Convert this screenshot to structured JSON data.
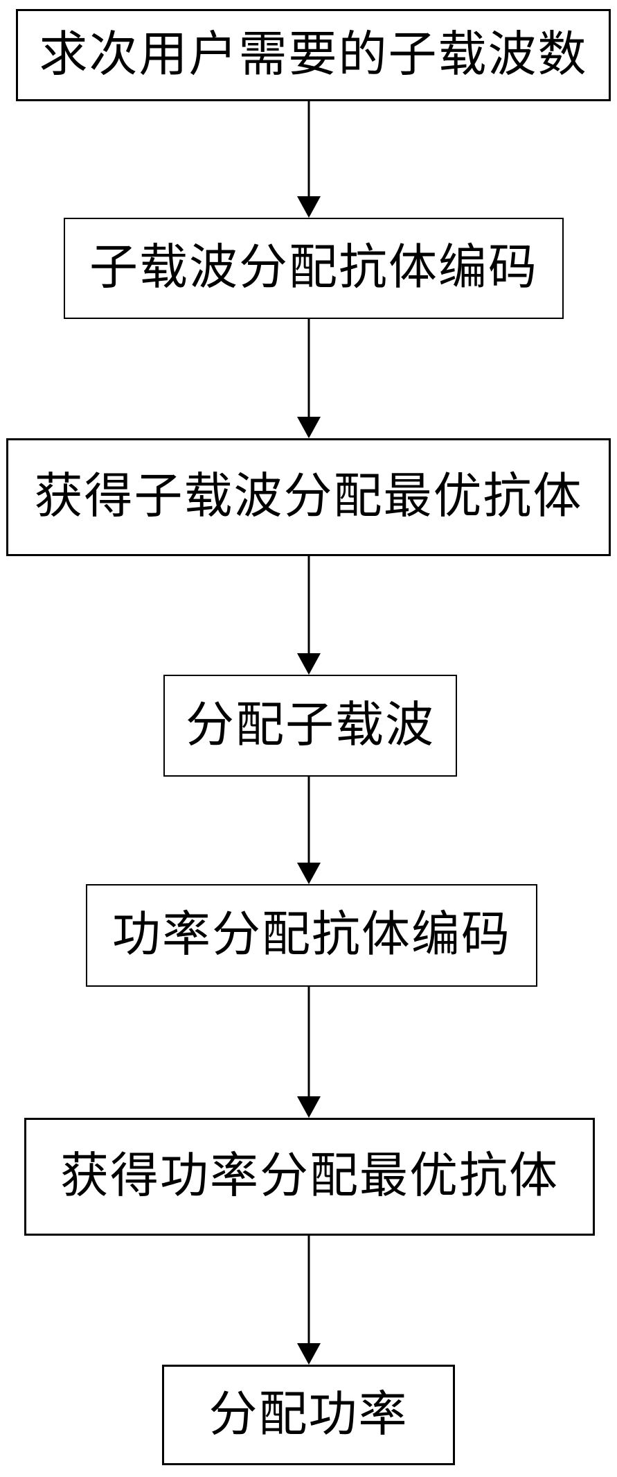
{
  "diagram": {
    "type": "flowchart",
    "direction": "top-down",
    "colors": {
      "background": "#ffffff",
      "stroke": "#000000",
      "text": "#000000"
    },
    "nodes": [
      {
        "label": "求次用户需要的子载波数"
      },
      {
        "label": "子载波分配抗体编码"
      },
      {
        "label": "获得子载波分配最优抗体"
      },
      {
        "label": "分配子载波"
      },
      {
        "label": "功率分配抗体编码"
      },
      {
        "label": "获得功率分配最优抗体"
      },
      {
        "label": "分配功率"
      }
    ],
    "edges": [
      {
        "from": 1,
        "to": 2
      },
      {
        "from": 2,
        "to": 3
      },
      {
        "from": 3,
        "to": 4
      },
      {
        "from": 4,
        "to": 5
      },
      {
        "from": 5,
        "to": 6
      },
      {
        "from": 6,
        "to": 7
      }
    ]
  }
}
